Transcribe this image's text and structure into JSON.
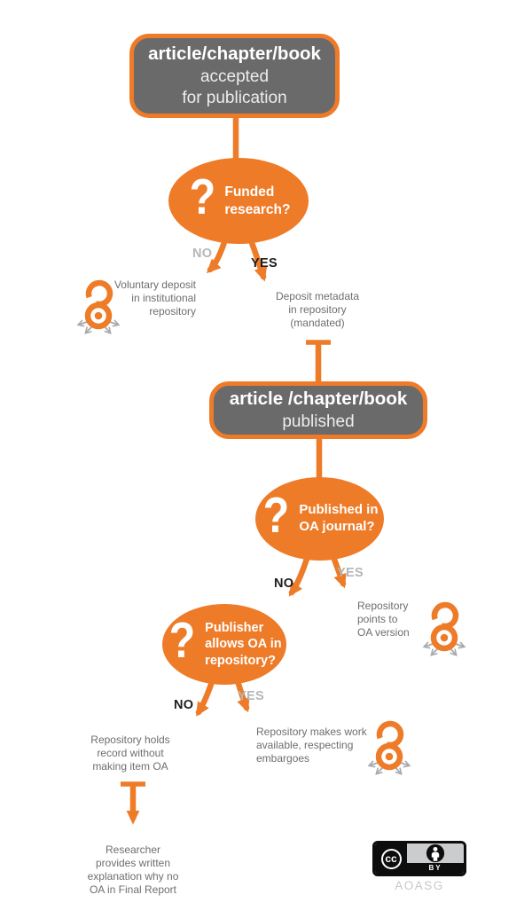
{
  "palette": {
    "orange": "#ee7b28",
    "box_gray": "#6a6a6a",
    "text_gray": "#6d6e71",
    "branch_gray": "#b4b6b8",
    "branch_black": "#1d1d1b",
    "icon_arrow_gray": "#a7a9ac"
  },
  "boxes": {
    "accepted": {
      "title": "article/chapter/book",
      "subtitle": "accepted\nfor publication"
    },
    "published": {
      "title": "article /chapter/book",
      "subtitle": "published"
    }
  },
  "questions": {
    "funded": {
      "mark": "?",
      "text": "Funded\nresearch?"
    },
    "oa_journal": {
      "mark": "?",
      "text": "Published in\nOA journal?"
    },
    "publisher_allows": {
      "mark": "?",
      "text": "Publisher\nallows OA in\nrepository?"
    }
  },
  "branch_labels": {
    "split1": {
      "no": "NO",
      "yes": "YES"
    },
    "split2": {
      "no": "NO",
      "yes": "YES"
    },
    "split3": {
      "no": "NO",
      "yes": "YES"
    }
  },
  "outcomes": {
    "voluntary_deposit": "Voluntary deposit\nin institutional\nrepository",
    "deposit_metadata": "Deposit metadata\nin repository\n(mandated)",
    "repository_points": "Repository\npoints to\nOA version",
    "repository_makes": "Repository makes work\navailable, respecting\nembargoes",
    "repository_holds": "Repository holds\nrecord without\nmaking item OA",
    "researcher_explains": "Researcher\nprovides written\nexplanation why no\nOA in Final Report"
  },
  "icons": {
    "open_access": "open-access-padlock",
    "cc": "creative-commons",
    "by_person": "attribution-person"
  },
  "footer": {
    "cc_letters": "cc",
    "by_label": "BY",
    "credit": "AOASG"
  }
}
